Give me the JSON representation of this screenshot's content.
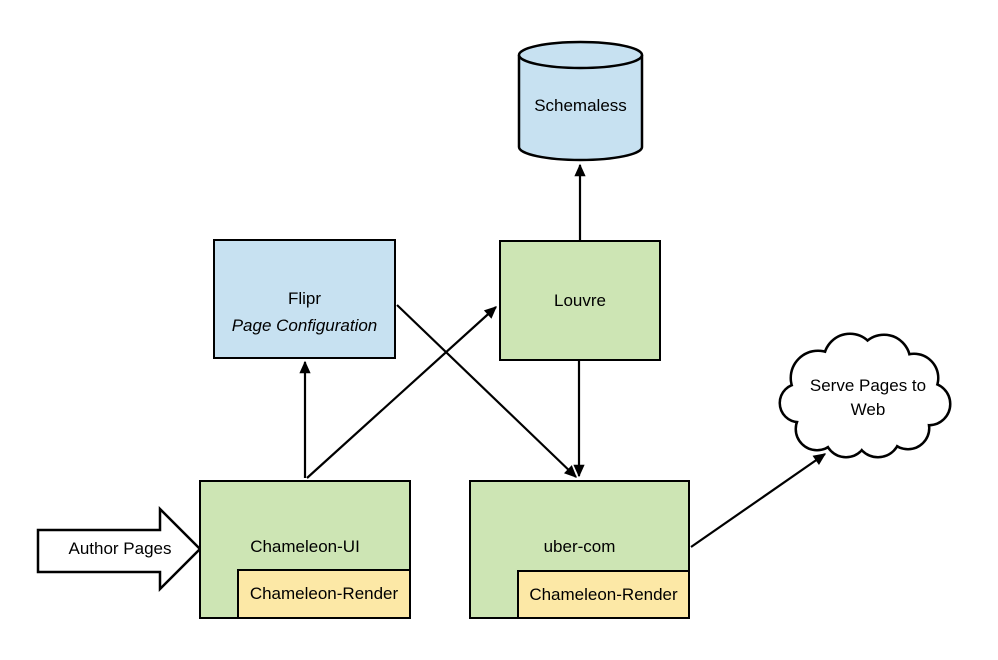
{
  "diagram": {
    "nodes": {
      "schemaless": {
        "label": "Schemaless",
        "shape": "cylinder"
      },
      "flipr": {
        "label": "Flipr",
        "sublabel": "Page Configuration",
        "shape": "rectangle"
      },
      "louvre": {
        "label": "Louvre",
        "shape": "rectangle"
      },
      "chameleon_ui": {
        "label": "Chameleon-UI",
        "child_label": "Chameleon-Render",
        "shape": "rectangle"
      },
      "uber_com": {
        "label": "uber-com",
        "child_label": "Chameleon-Render",
        "shape": "rectangle"
      },
      "serve_web": {
        "label": "Serve Pages to Web",
        "shape": "cloud"
      },
      "author_pages": {
        "label": "Author Pages",
        "shape": "block-arrow"
      }
    },
    "edges": [
      {
        "from": "chameleon_ui",
        "to": "flipr"
      },
      {
        "from": "chameleon_ui",
        "to": "louvre"
      },
      {
        "from": "flipr",
        "to": "uber_com"
      },
      {
        "from": "louvre",
        "to": "schemaless"
      },
      {
        "from": "louvre",
        "to": "uber_com"
      },
      {
        "from": "uber_com",
        "to": "serve_web"
      },
      {
        "from": "author_pages",
        "to": "chameleon_ui"
      }
    ],
    "colors": {
      "node_blue": "#c7e1f1",
      "node_green": "#cde5b4",
      "node_yellow": "#fce8a6",
      "outline": "#000000",
      "background": "#ffffff",
      "text": "#000000"
    }
  }
}
